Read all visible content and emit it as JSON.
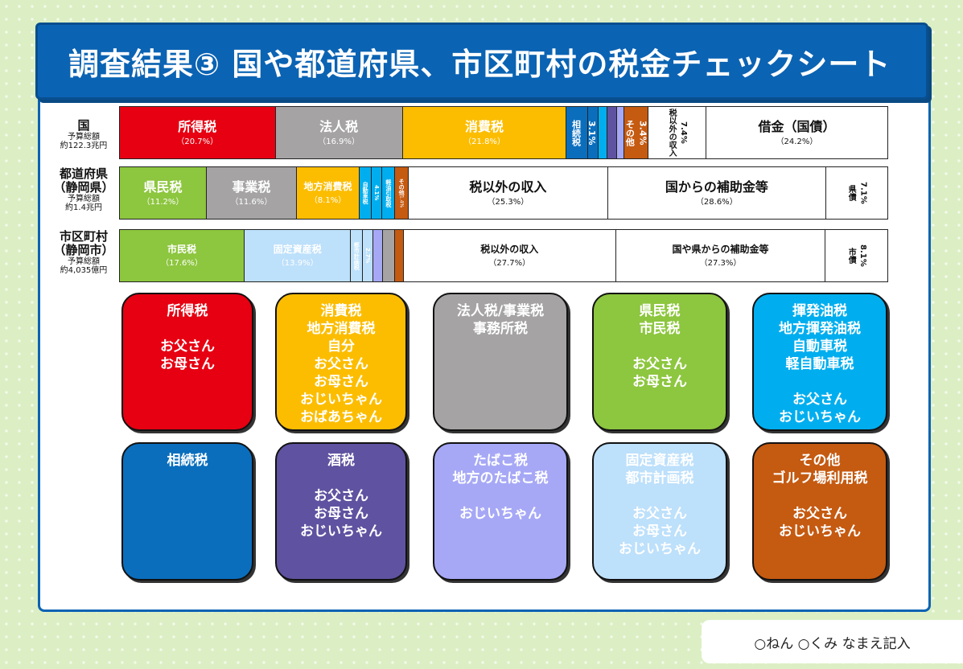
{
  "title": "調査結果③ 国や都道府県、市区町村の税金チェックシート",
  "rows": [
    {
      "label": {
        "name": "国",
        "l2": "",
        "l3": "予算総額",
        "l4": "約122.3兆円"
      },
      "segments": [
        {
          "name": "所得税",
          "pct": "（20.7%）",
          "share": 20.7,
          "color": "#e60012",
          "text": "#ffffff"
        },
        {
          "name": "法人税",
          "pct": "（16.9%）",
          "share": 16.9,
          "color": "#a5a3a3",
          "text": "#ffffff"
        },
        {
          "name": "消費税",
          "pct": "（21.8%）",
          "share": 21.8,
          "color": "#fcbd00",
          "text": "#ffffff"
        },
        {
          "name": "相続税",
          "pct": "",
          "share": 2.8,
          "color": "#0a6ebd",
          "text": "#ffffff",
          "style": "vert"
        },
        {
          "name": "3.1%",
          "pct": "",
          "share": 1.2,
          "color": "#0a6ebd",
          "text": "#ffffff",
          "style": "vert"
        },
        {
          "name": "",
          "pct": "",
          "share": 1.1,
          "color": "#00aeef",
          "text": "#ffffff",
          "style": "tiny"
        },
        {
          "name": "",
          "pct": "",
          "share": 1.2,
          "color": "#5f52a0",
          "text": "#ffffff",
          "style": "tiny"
        },
        {
          "name": "",
          "pct": "",
          "share": 0.9,
          "color": "#a6a8f6",
          "text": "#ffffff",
          "style": "tiny"
        },
        {
          "name": "その他",
          "pct": "3.4%",
          "share": 3.1,
          "color": "#c55a11",
          "text": "#ffffff",
          "style": "vert"
        },
        {
          "name": "税以外の収入",
          "pct": "7.4%",
          "share": 7.6,
          "color": "#ffffff",
          "text": "#111111",
          "style": "vert2"
        },
        {
          "name": "借金（国債）",
          "pct": "（24.2%）",
          "share": 24.2,
          "color": "#ffffff",
          "text": "#111111"
        }
      ]
    },
    {
      "label": {
        "name": "都道府県",
        "l2": "（静岡県）",
        "l3": "予算総額",
        "l4": "約1.4兆円"
      },
      "segments": [
        {
          "name": "県民税",
          "pct": "（11.2%）",
          "share": 11.2,
          "color": "#8dc63f",
          "text": "#ffffff"
        },
        {
          "name": "事業税",
          "pct": "（11.6%）",
          "share": 11.6,
          "color": "#a5a3a3",
          "text": "#ffffff"
        },
        {
          "name": "地方消費税",
          "pct": "（8.1%）",
          "share": 8.1,
          "color": "#fcbd00",
          "text": "#ffffff",
          "style": "sm"
        },
        {
          "name": "自動車税",
          "pct": "",
          "share": 1.4,
          "color": "#00aeef",
          "text": "#ffffff",
          "style": "tiny"
        },
        {
          "name": "4.1%",
          "pct": "",
          "share": 1.3,
          "color": "#00aeef",
          "text": "#ffffff",
          "style": "tiny"
        },
        {
          "name": "軽油引取税",
          "pct": "",
          "share": 1.6,
          "color": "#00aeef",
          "text": "#ffffff",
          "style": "tiny"
        },
        {
          "name": "その他",
          "pct": "1.4%",
          "share": 1.6,
          "color": "#c55a11",
          "text": "#ffffff",
          "style": "tiny"
        },
        {
          "name": "税以外の収入",
          "pct": "（25.3%）",
          "share": 25.9,
          "color": "#ffffff",
          "text": "#111111"
        },
        {
          "name": "国からの補助金等",
          "pct": "（28.6%）",
          "share": 28.2,
          "color": "#ffffff",
          "text": "#111111"
        },
        {
          "name": "県債",
          "pct": "7.1%",
          "share": 8.0,
          "color": "#ffffff",
          "text": "#111111",
          "style": "vert2"
        }
      ]
    },
    {
      "label": {
        "name": "市区町村",
        "l2": "（静岡市）",
        "l3": "予算総額",
        "l4": "約4,035億円"
      },
      "segments": [
        {
          "name": "市民税",
          "pct": "（17.6%）",
          "share": 16.3,
          "color": "#8dc63f",
          "text": "#ffffff",
          "style": "sm"
        },
        {
          "name": "固定資産税",
          "pct": "（13.9%）",
          "share": 13.9,
          "color": "#bde0fb",
          "text": "#ffffff",
          "style": "sm"
        },
        {
          "name": "都市計画税",
          "pct": "",
          "share": 1.4,
          "color": "#bde0fb",
          "text": "#ffffff",
          "style": "tiny"
        },
        {
          "name": "2.7%",
          "pct": "",
          "share": 1.3,
          "color": "#bde0fb",
          "text": "#ffffff",
          "style": "tiny"
        },
        {
          "name": "",
          "pct": "",
          "share": 1.2,
          "color": "#a6a8f6",
          "text": "#ffffff",
          "style": "tiny"
        },
        {
          "name": "",
          "pct": "",
          "share": 1.5,
          "color": "#a5a3a3",
          "text": "#ffffff",
          "style": "tiny"
        },
        {
          "name": "",
          "pct": "",
          "share": 1.0,
          "color": "#c55a11",
          "text": "#ffffff",
          "style": "tiny"
        },
        {
          "name": "税以外の収入",
          "pct": "（27.7%）",
          "share": 27.8,
          "color": "#ffffff",
          "text": "#111111",
          "style": "sm"
        },
        {
          "name": "国や県からの補助金等",
          "pct": "（27.3%）",
          "share": 27.5,
          "color": "#ffffff",
          "text": "#111111",
          "style": "sm"
        },
        {
          "name": "市債",
          "pct": "8.1%",
          "share": 8.1,
          "color": "#ffffff",
          "text": "#111111",
          "style": "vert2"
        }
      ]
    }
  ],
  "cards": [
    {
      "lines": [
        "所得税",
        "",
        "お父さん",
        "お母さん"
      ],
      "color": "#e60012"
    },
    {
      "lines": [
        "消費税",
        "地方消費税",
        "自分",
        "お父さん",
        "お母さん",
        "おじいちゃん",
        "おばあちゃん"
      ],
      "color": "#fcbd00"
    },
    {
      "lines": [
        "法人税/事業税",
        "事務所税"
      ],
      "color": "#a5a3a3"
    },
    {
      "lines": [
        "県民税",
        "市民税",
        "",
        "お父さん",
        "お母さん"
      ],
      "color": "#8dc63f"
    },
    {
      "lines": [
        "揮発油税",
        "地方揮発油税",
        "自動車税",
        "軽自動車税",
        "",
        "お父さん",
        "おじいちゃん"
      ],
      "color": "#00aeef"
    },
    {
      "lines": [
        "相続税"
      ],
      "color": "#0a6ebd"
    },
    {
      "lines": [
        "酒税",
        "",
        "お父さん",
        "お母さん",
        "おじいちゃん"
      ],
      "color": "#5f52a0"
    },
    {
      "lines": [
        "たばこ税",
        "地方のたばこ税",
        "",
        "おじいちゃん"
      ],
      "color": "#a6a8f6"
    },
    {
      "lines": [
        "固定資産税",
        "都市計画税",
        "",
        "お父さん",
        "お母さん",
        "おじいちゃん"
      ],
      "color": "#bde0fb"
    },
    {
      "lines": [
        "その他",
        "ゴルフ場利用税",
        "",
        "お父さん",
        "おじいちゃん"
      ],
      "color": "#c55a11"
    }
  ],
  "footer": "○ねん ○くみ なまえ記入"
}
